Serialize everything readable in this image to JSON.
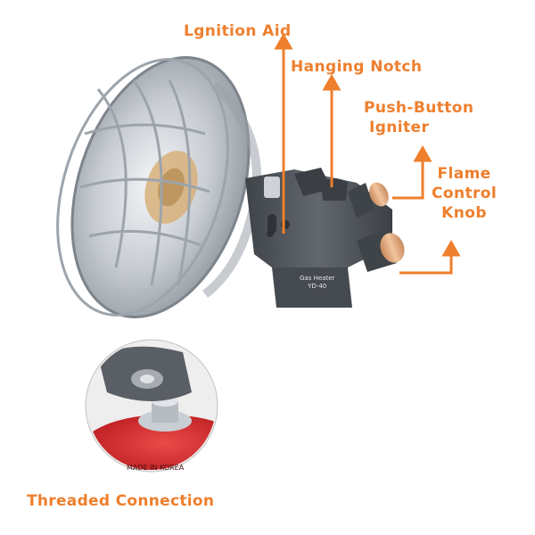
{
  "labels": {
    "ignition_aid": "Lgnition Aid",
    "hanging_notch": "Hanging Notch",
    "push_button_igniter": [
      "Push-Button",
      "Igniter"
    ],
    "flame_control_knob": [
      "Flame",
      "Control",
      "Knob"
    ],
    "threaded_connection": "Threaded Connection"
  },
  "product": {
    "body_label_line1": "Gas Heater",
    "body_label_line2": "YD-40",
    "canister_text": "MADE IN KOREA"
  },
  "colors": {
    "accent": "#ee7f2d",
    "heater_body": "#54595f",
    "knob": "#e9b38a",
    "reflector": "#c9ced4",
    "canister": "#d8262b"
  }
}
